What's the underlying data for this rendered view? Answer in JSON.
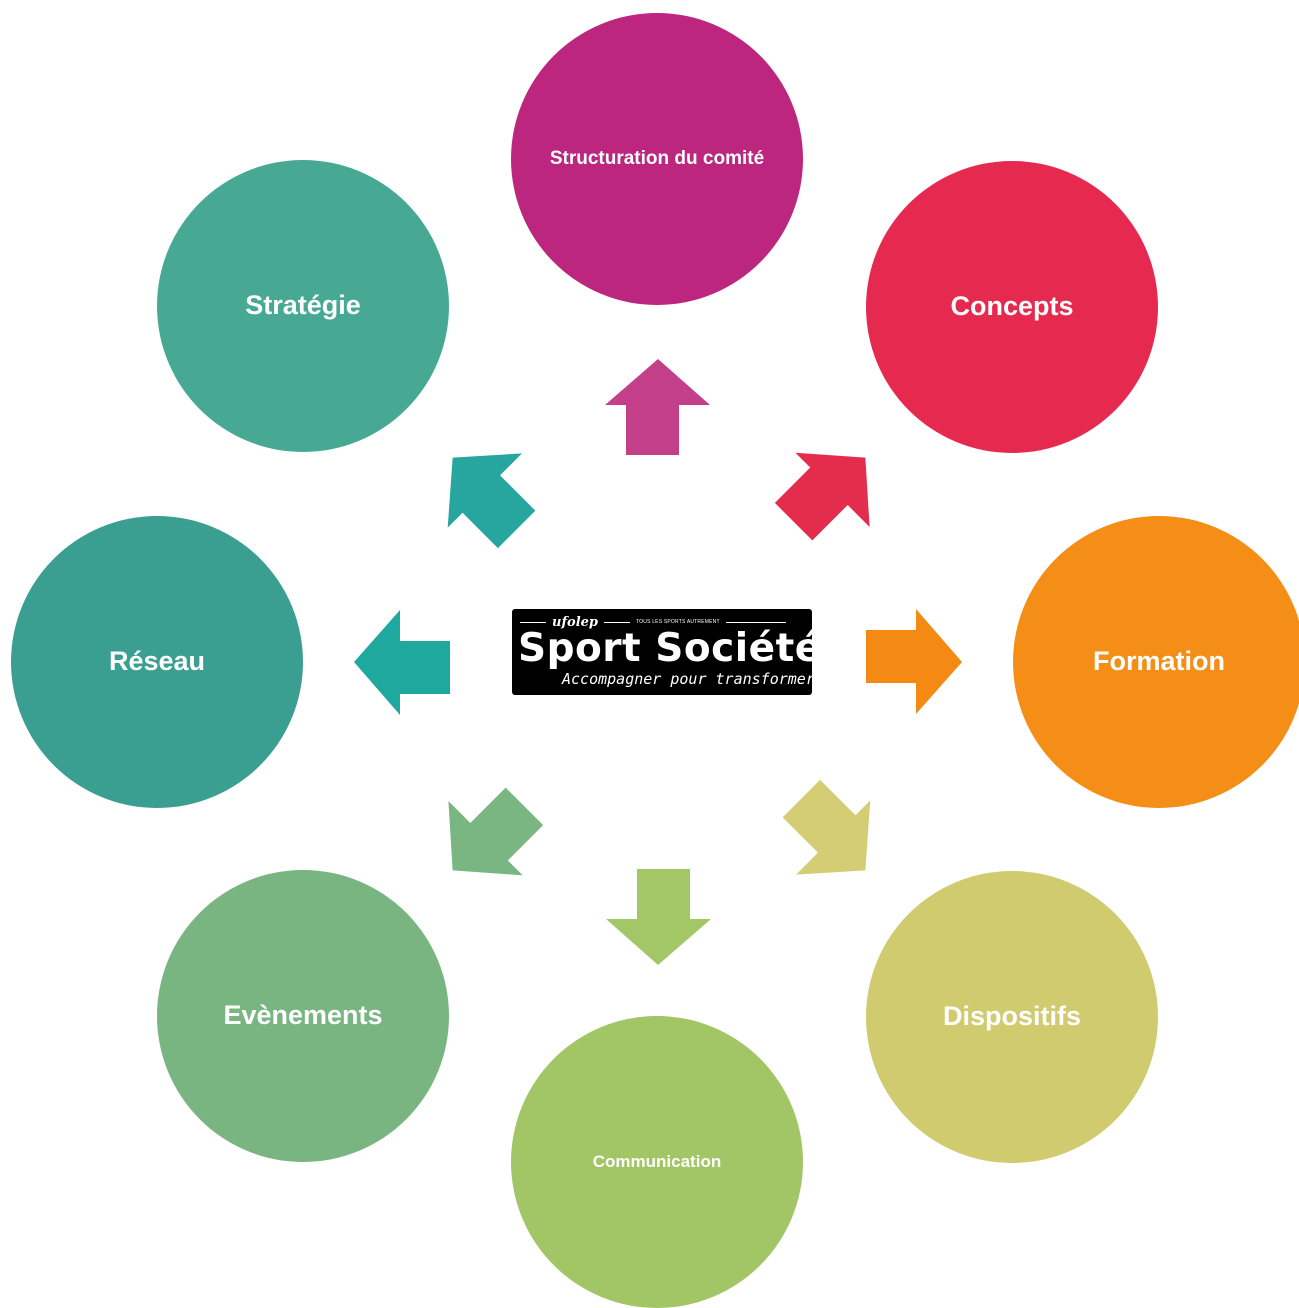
{
  "center": {
    "brand": "ufolep",
    "slogan": "TOUS LES SPORTS AUTREMENT",
    "title": "Sport Société",
    "subtitle": "Accompagner pour transformer"
  },
  "nodes": {
    "structuration": {
      "label": "Structuration du comité",
      "color": "#bc267e"
    },
    "concepts": {
      "label": "Concepts",
      "color": "#e5294f"
    },
    "formation": {
      "label": "Formation",
      "color": "#f48e17"
    },
    "dispositifs": {
      "label": "Dispositifs",
      "color": "#cfcb6e"
    },
    "communication": {
      "label": "Communication",
      "color": "#a2c566"
    },
    "evenements": {
      "label": "Evènements",
      "color": "#78b581"
    },
    "reseau": {
      "label": "Réseau",
      "color": "#3a9f90"
    },
    "strategie": {
      "label": "Stratégie",
      "color": "#47a994"
    }
  },
  "arrows": {
    "up": "#c33f8a",
    "up_right": "#e42c4c",
    "right": "#f48a14",
    "down_right": "#d4cd74",
    "down": "#a3c767",
    "down_left": "#7ab682",
    "left": "#1fa89d",
    "up_left": "#26a69e"
  }
}
